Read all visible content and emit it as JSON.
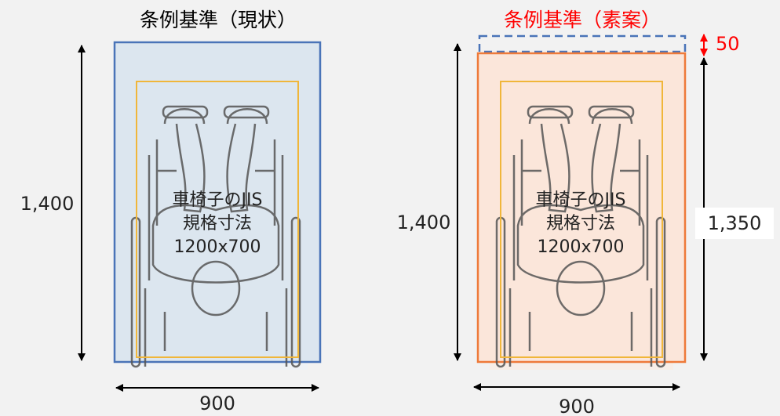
{
  "left": {
    "title": "条例基準（現状）",
    "height_label": "1,400",
    "width_label": "900",
    "wheelchair_lines": [
      "車椅子のJIS",
      "規格寸法",
      "1200x700"
    ],
    "colors": {
      "title": "#000000",
      "frame": "#4a74b8",
      "fill": "#dce6ef",
      "inner": "#f0b63a"
    }
  },
  "right": {
    "title": "条例基準（素案）",
    "height_label": "1,400",
    "width_label": "900",
    "extension_label": "50",
    "reduced_height_label": "1,350",
    "wheelchair_lines": [
      "車椅子のJIS",
      "規格寸法",
      "1200x700"
    ],
    "colors": {
      "title": "#ff0000",
      "frame": "#ee7a3a",
      "fill": "#fbe6da",
      "inner": "#f0b63a",
      "extension": "#4a74b8",
      "extension_arrow": "#ff0000"
    }
  }
}
